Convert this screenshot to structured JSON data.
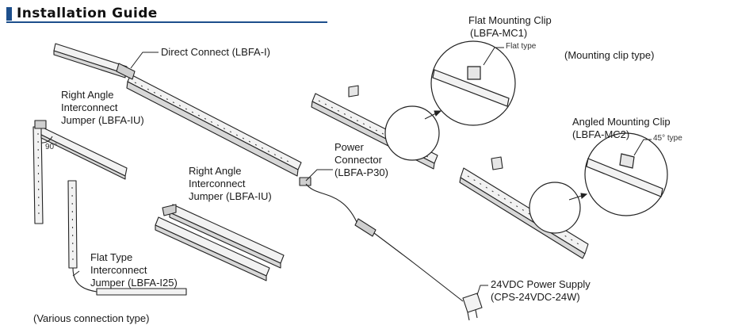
{
  "header": {
    "title": "Installation Guide"
  },
  "labels": {
    "direct_connect": "Direct Connect (LBFA-I)",
    "ra_jumper_1": [
      "Right Angle",
      "Interconnect",
      "Jumper (LBFA-IU)"
    ],
    "angle_90": "90°",
    "ra_jumper_2": [
      "Right Angle",
      "Interconnect",
      "Jumper (LBFA-IU)"
    ],
    "power_connector": [
      "Power",
      "Connector",
      "(LBFA-P30)"
    ],
    "flat_jumper": [
      "Flat Type",
      "Interconnect",
      "Jumper (LBFA-I25)"
    ],
    "flat_clip": [
      "Flat Mounting Clip",
      "(LBFA-MC1)"
    ],
    "flat_type": "Flat type",
    "mounting_clip_type": "(Mounting clip type)",
    "angled_clip": [
      "Angled Mounting Clip",
      "(LBFA-MC2)"
    ],
    "deg45_type": "45° type",
    "power_supply": [
      "24VDC Power Supply",
      "(CPS-24VDC-24W)"
    ],
    "various_connection": "(Various connection type)"
  }
}
